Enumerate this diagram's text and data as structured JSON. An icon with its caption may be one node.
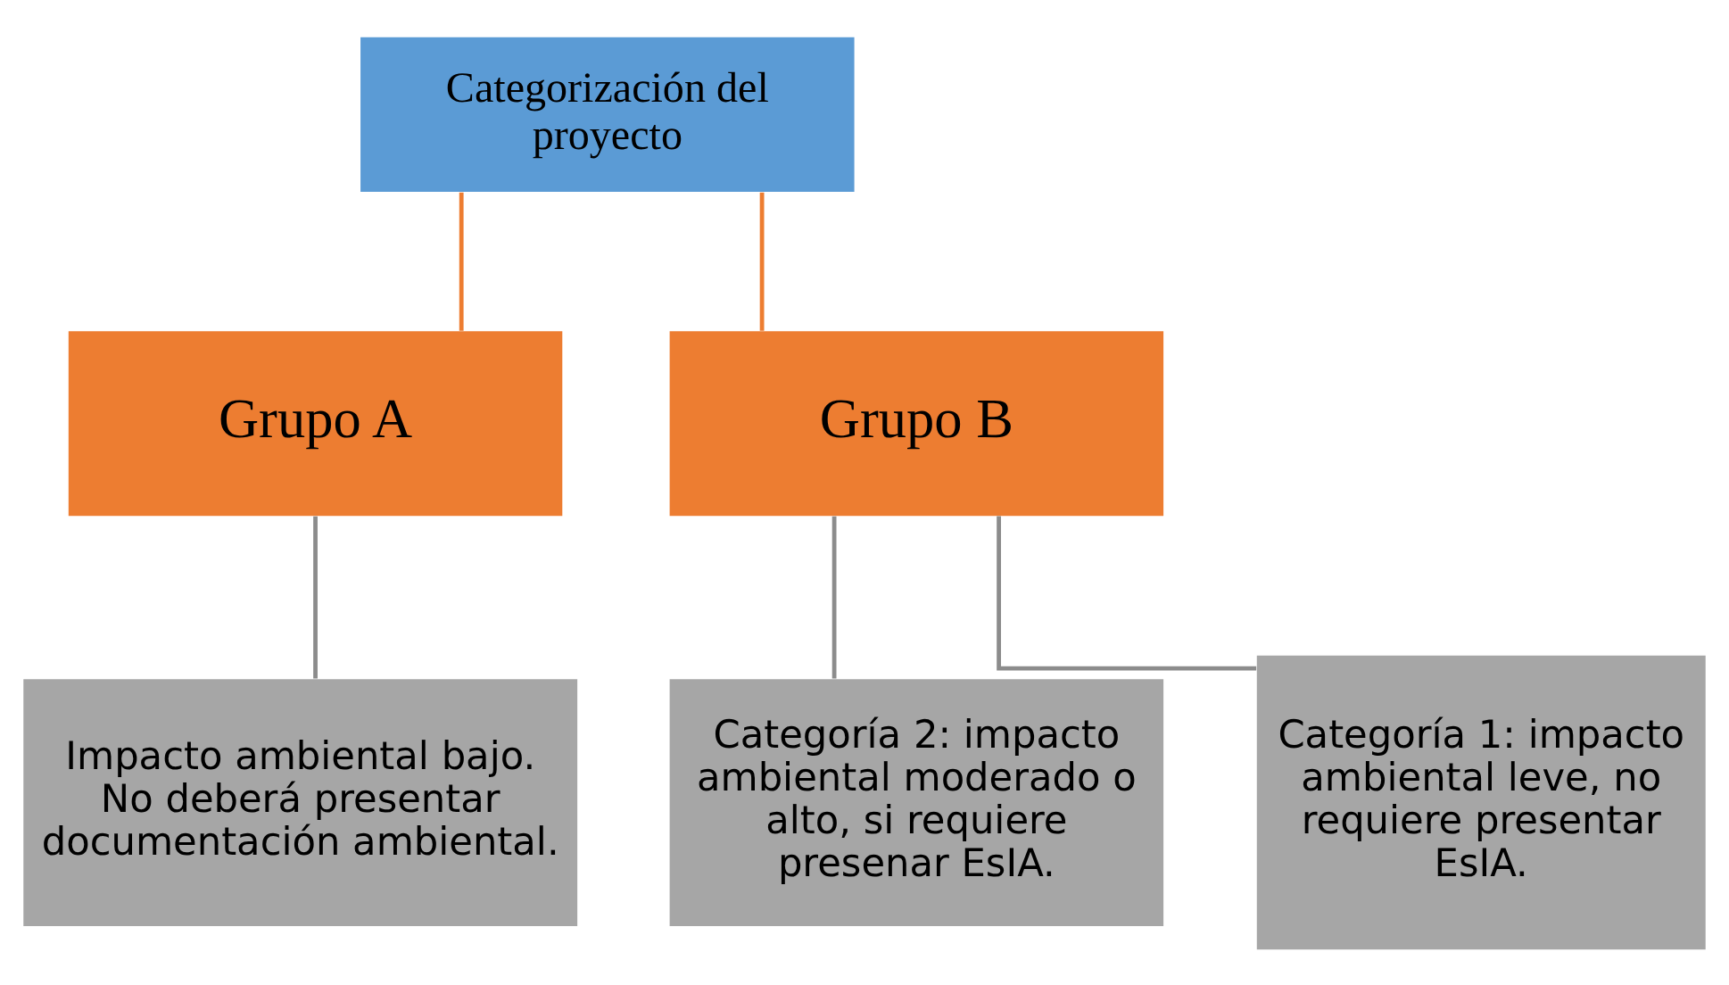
{
  "diagram": {
    "nodes": [
      {
        "text": [
          "Categorización del proyecto"
        ]
      },
      {
        "text": [
          "Grupo A"
        ]
      },
      {
        "text": [
          "Grupo B"
        ]
      },
      {
        "text": [
          "Impacto ambiental bajo. No deberá presentar documentación ambiental."
        ]
      },
      {
        "text": [
          "Categoría 2: impacto ambiental moderado o alto, si requiere presenar EsIA."
        ]
      },
      {
        "text": [
          "Categoría 1: impacto ambiental leve, no requiere presentar EsIA."
        ]
      }
    ],
    "edges": [
      {
        "from": 0,
        "to": 1,
        "arrow": "none",
        "color": "#ed7d31"
      },
      {
        "from": 0,
        "to": 2,
        "arrow": "none",
        "color": "#ed7d31"
      },
      {
        "from": 1,
        "to": 3,
        "arrow": "none"
      },
      {
        "from": 2,
        "to": 4,
        "arrow": "none"
      },
      {
        "from": 2,
        "to": 5,
        "arrow": "none"
      }
    ]
  }
}
